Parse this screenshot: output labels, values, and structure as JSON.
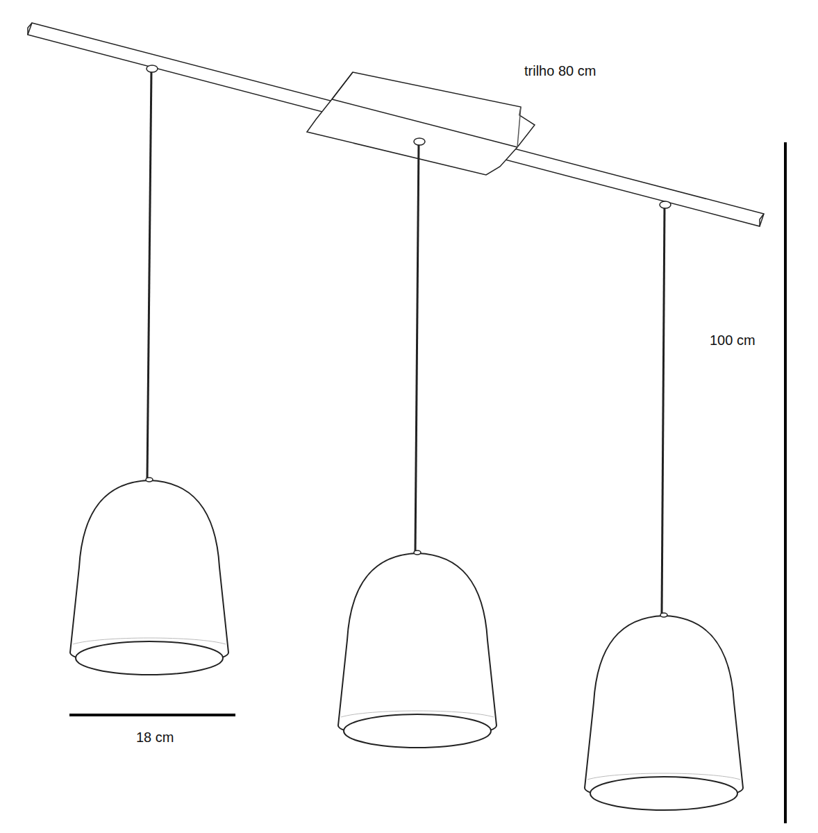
{
  "diagram": {
    "labels": [
      "trilho 80 cm",
      "100 cm",
      "18 cm"
    ]
  }
}
